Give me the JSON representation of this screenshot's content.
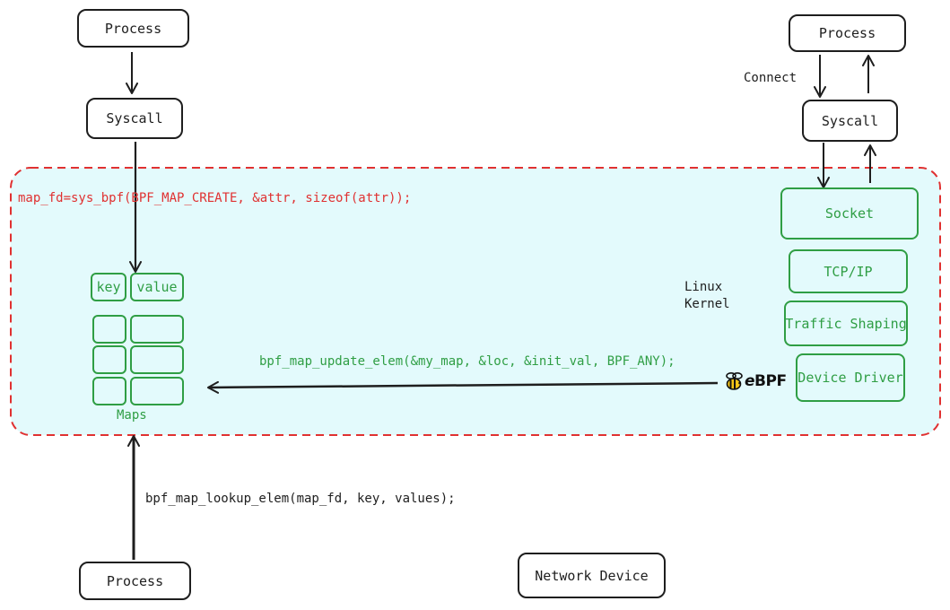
{
  "nodes": {
    "process_top_left": "Process",
    "syscall_left": "Syscall",
    "process_top_right": "Process",
    "syscall_right": "Syscall",
    "socket": "Socket",
    "tcp_ip": "TCP/IP",
    "traffic_shaping": "Traffic Shaping",
    "device_driver": "Device Driver",
    "process_bottom_left": "Process",
    "network_device": "Network Device"
  },
  "maps": {
    "header_key": "key",
    "header_value": "value",
    "label": "Maps"
  },
  "labels": {
    "map_create_call": "map_fd=sys_bpf(BPF_MAP_CREATE, &attr, sizeof(attr));",
    "map_update_call": "bpf_map_update_elem(&my_map, &loc, &init_val, BPF_ANY);",
    "map_lookup_call": "bpf_map_lookup_elem(map_fd, key, values);",
    "connect": "Connect",
    "kernel_line1": "Linux",
    "kernel_line2": "Kernel",
    "ebpf_e": "e",
    "ebpf_bpf": "BPF"
  },
  "colors": {
    "kernel_region_fill": "#e3fafc",
    "kernel_region_border": "#e03131",
    "kernel_component": "#2f9e44",
    "stroke": "#1e1e1e"
  }
}
